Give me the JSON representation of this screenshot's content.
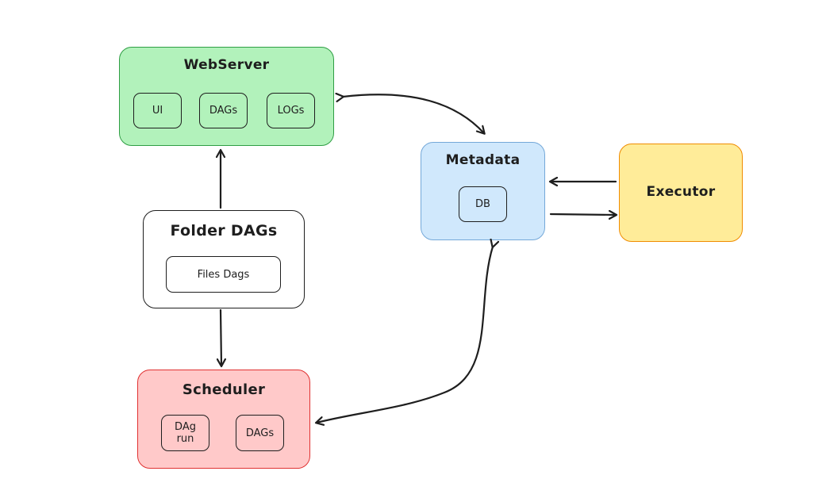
{
  "colors": {
    "webserver_fill": "#b2f2bb",
    "webserver_stroke": "#2f9e44",
    "metadata_fill": "#d0e8fc",
    "metadata_stroke": "#74a8d8",
    "executor_fill": "#ffec99",
    "executor_stroke": "#f08c00",
    "scheduler_fill": "#ffc9c9",
    "scheduler_stroke": "#e03131",
    "folder_fill": "#ffffff",
    "folder_stroke": "#1e1e1e",
    "arrow": "#1e1e1e"
  },
  "nodes": {
    "webserver": {
      "title": "WebServer",
      "chips": [
        "UI",
        "DAGs",
        "LOGs"
      ]
    },
    "metadata": {
      "title": "Metadata",
      "chips": [
        "DB"
      ]
    },
    "executor": {
      "title": "Executor"
    },
    "folder": {
      "title": "Folder DAGs",
      "chips": [
        "Files Dags"
      ]
    },
    "scheduler": {
      "title": "Scheduler",
      "chips": [
        "DAg\nrun",
        "DAGs"
      ]
    }
  }
}
